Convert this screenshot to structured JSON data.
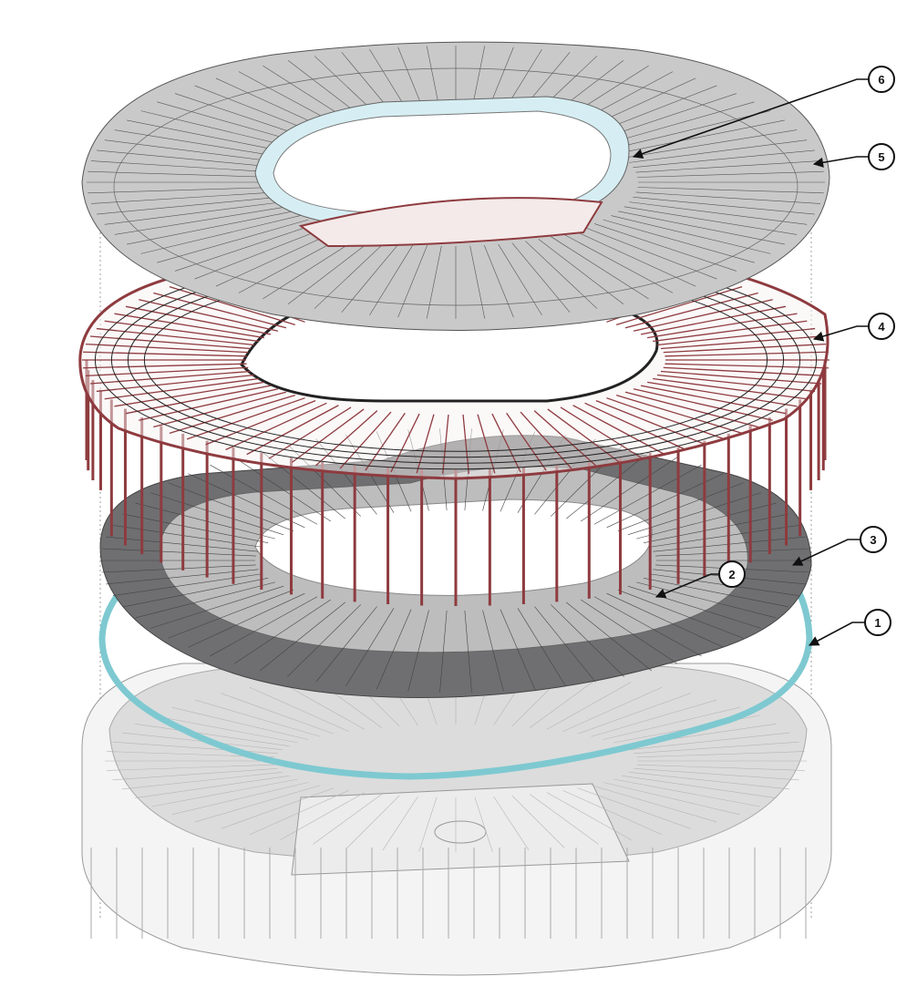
{
  "diagram": {
    "type": "exploded axonometric stadium layers",
    "callouts": [
      {
        "id": "callout-1",
        "label": "1"
      },
      {
        "id": "callout-2",
        "label": "2"
      },
      {
        "id": "callout-3",
        "label": "3"
      },
      {
        "id": "callout-4",
        "label": "4"
      },
      {
        "id": "callout-5",
        "label": "5"
      },
      {
        "id": "callout-6",
        "label": "6"
      }
    ],
    "colors": {
      "roof": "#c9c9c9",
      "roof_inner_glass": "#d6eef3",
      "steel": "#8e3b3f",
      "ring_dark": "#6f6f71",
      "ring_light": "#bdbdbd",
      "cyan_ring": "#7ec9d1",
      "bowl": "#e9e9e9"
    }
  }
}
